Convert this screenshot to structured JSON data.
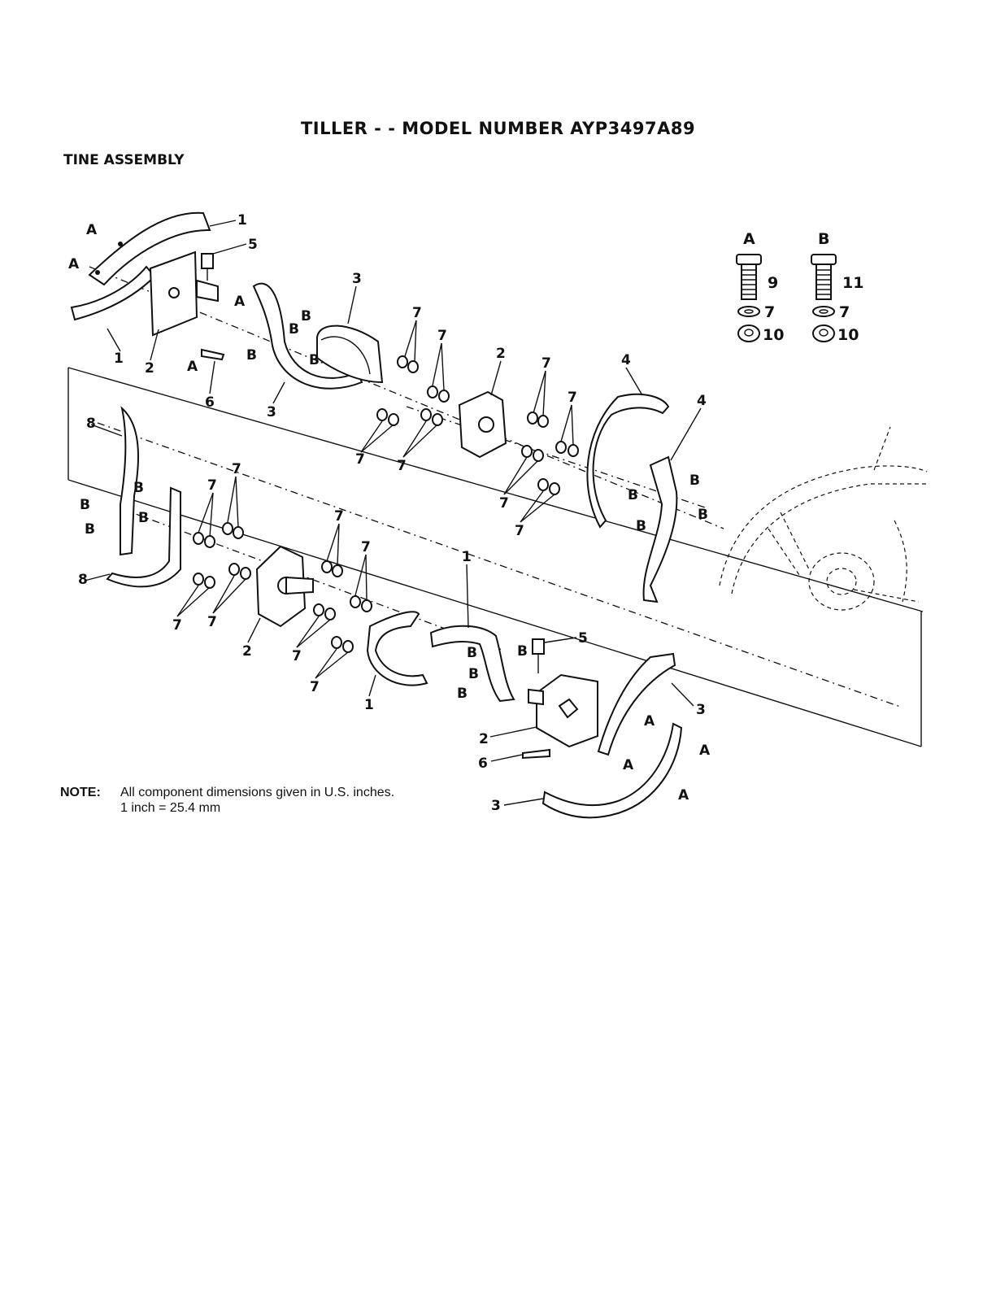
{
  "title": "TILLER - - MODEL NUMBER AYP3497A89",
  "section_heading": "TINE ASSEMBLY",
  "hardware_key": {
    "sets": [
      {
        "letter": "A",
        "bolt": "9",
        "washer": "7",
        "nut": "10"
      },
      {
        "letter": "B",
        "bolt": "11",
        "washer": "7",
        "nut": "10"
      }
    ]
  },
  "callouts": {
    "one": "1",
    "two": "2",
    "three": "3",
    "four": "4",
    "five": "5",
    "six": "6",
    "seven": "7",
    "eight": "8",
    "ref_a": "A",
    "ref_b": "B"
  },
  "note": {
    "label": "NOTE:",
    "line1": "All component dimensions given in U.S. inches.",
    "line2": "1 inch = 25.4 mm"
  }
}
